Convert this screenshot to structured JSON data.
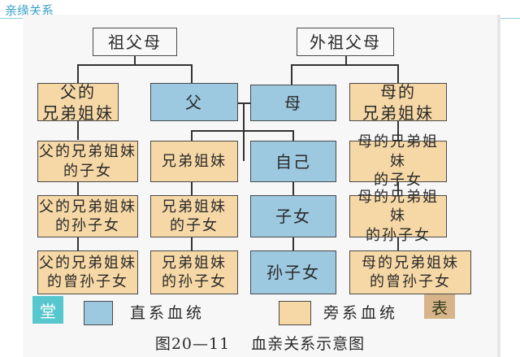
{
  "header": {
    "title": "亲缘关系"
  },
  "diagram": {
    "grandparents_paternal": "祖父母",
    "grandparents_maternal": "外祖父母",
    "father": "父",
    "mother": "母",
    "self": "自己",
    "children": "子女",
    "grandchildren": "孙子女",
    "father_siblings": "父的\n兄弟姐妹",
    "father_siblings_children": "父的兄弟姐妹\n的子女",
    "father_siblings_grandchildren": "父的兄弟姐妹\n的孙子女",
    "father_siblings_great_grandchildren": "父的兄弟姐妹\n的曾孙子女",
    "own_siblings": "兄弟姐妹",
    "own_siblings_children": "兄弟姐妹\n的子女",
    "own_siblings_grandchildren": "兄弟姐妹\n的孙子女",
    "mother_siblings": "母的\n兄弟姐妹",
    "mother_siblings_children": "母的兄弟姐妹\n的子女",
    "mother_siblings_grandchildren": "母的兄弟姐妹\n的孙子女",
    "mother_siblings_great_grandchildren": "母的兄弟姐妹\n的曾孙子女"
  },
  "legend": {
    "direct_label": "直系血统",
    "collateral_label": "旁系血统",
    "tag_left": "堂",
    "tag_right": "表"
  },
  "caption": {
    "figure_no": "图20—11",
    "text": "血亲关系示意图"
  },
  "colors": {
    "direct": "#9cc8e0",
    "collateral": "#f6d8a6",
    "tag_left": "#57c7cf",
    "tag_right": "#d8b48a",
    "header_text": "#3aa0c8"
  }
}
